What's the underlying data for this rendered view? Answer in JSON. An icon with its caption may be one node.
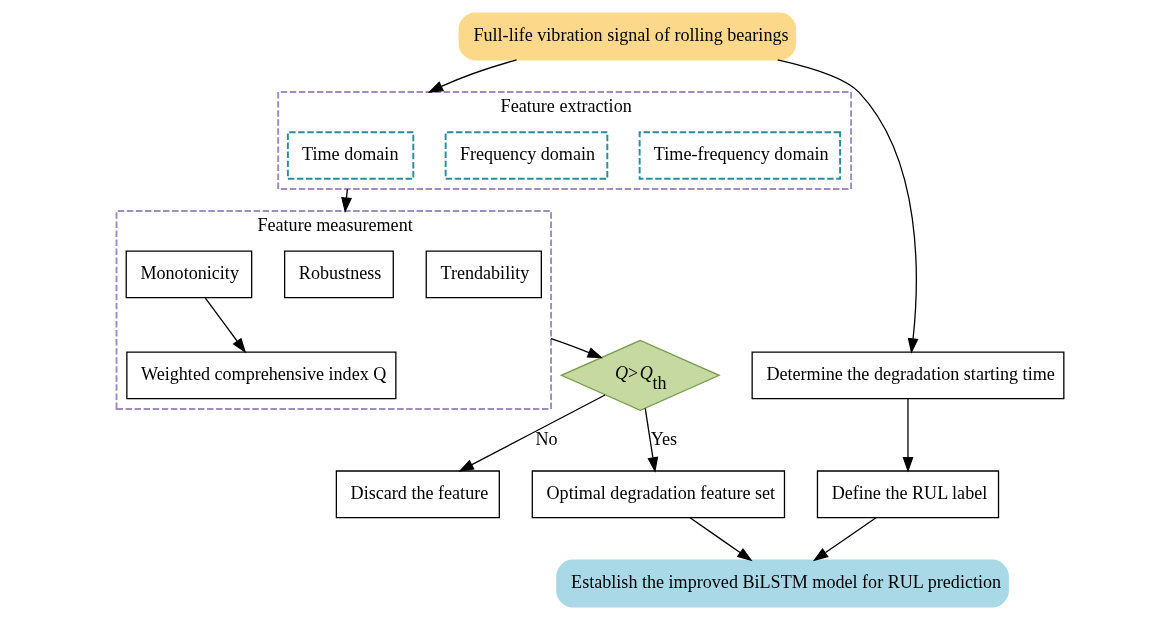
{
  "diagram": {
    "nodes": [
      {
        "text": [
          "Feature extraction"
        ]
      },
      {
        "text": [
          "Time domain"
        ],
        "in": 0
      },
      {
        "text": [
          "Frequency domain"
        ],
        "in": 0
      },
      {
        "text": [
          "Time-frequency domain"
        ],
        "in": 0
      },
      {
        "text": [
          "Full-life vibration signal of rolling bearings"
        ]
      },
      {
        "text": [
          "Feature measurement"
        ]
      },
      {
        "text": [
          "Robustness"
        ],
        "in": 5
      },
      {
        "text": [
          "Monotonicity"
        ],
        "in": 5
      },
      {
        "text": [
          "Trendability"
        ],
        "in": 5
      },
      {
        "text": [
          "Weighted comprehensive index Q"
        ],
        "in": 5
      },
      {
        "text": [
          "Determine the degradation starting time"
        ]
      },
      {
        "text": [
          "Define the RUL label"
        ]
      },
      {
        "text": [
          "*Q*>*Q*$_{th}$"
        ]
      },
      {
        "text": [
          "Discard the feature"
        ]
      },
      {
        "text": [
          "Optimal degradation feature set"
        ]
      },
      {
        "text": [
          "Establish the improved BiLSTM model for RUL prediction"
        ]
      }
    ],
    "edges": [
      {
        "from": 4,
        "to": 0,
        "arrow": "to"
      },
      {
        "from": 0,
        "to": 5,
        "arrow": "to"
      },
      {
        "from": 7,
        "to": 9,
        "arrow": "to"
      },
      {
        "from": 5,
        "to": 12,
        "arrow": "to"
      },
      {
        "from": 12,
        "to": 13,
        "arrow": "to",
        "label": "No"
      },
      {
        "from": 12,
        "to": 14,
        "arrow": "to",
        "label": "Yes"
      },
      {
        "from": 14,
        "to": 15,
        "arrow": "to"
      },
      {
        "from": 4,
        "to": 10,
        "arrow": "to"
      },
      {
        "from": 10,
        "to": 11,
        "arrow": "to"
      },
      {
        "from": 11,
        "to": 15,
        "arrow": "to"
      }
    ]
  }
}
